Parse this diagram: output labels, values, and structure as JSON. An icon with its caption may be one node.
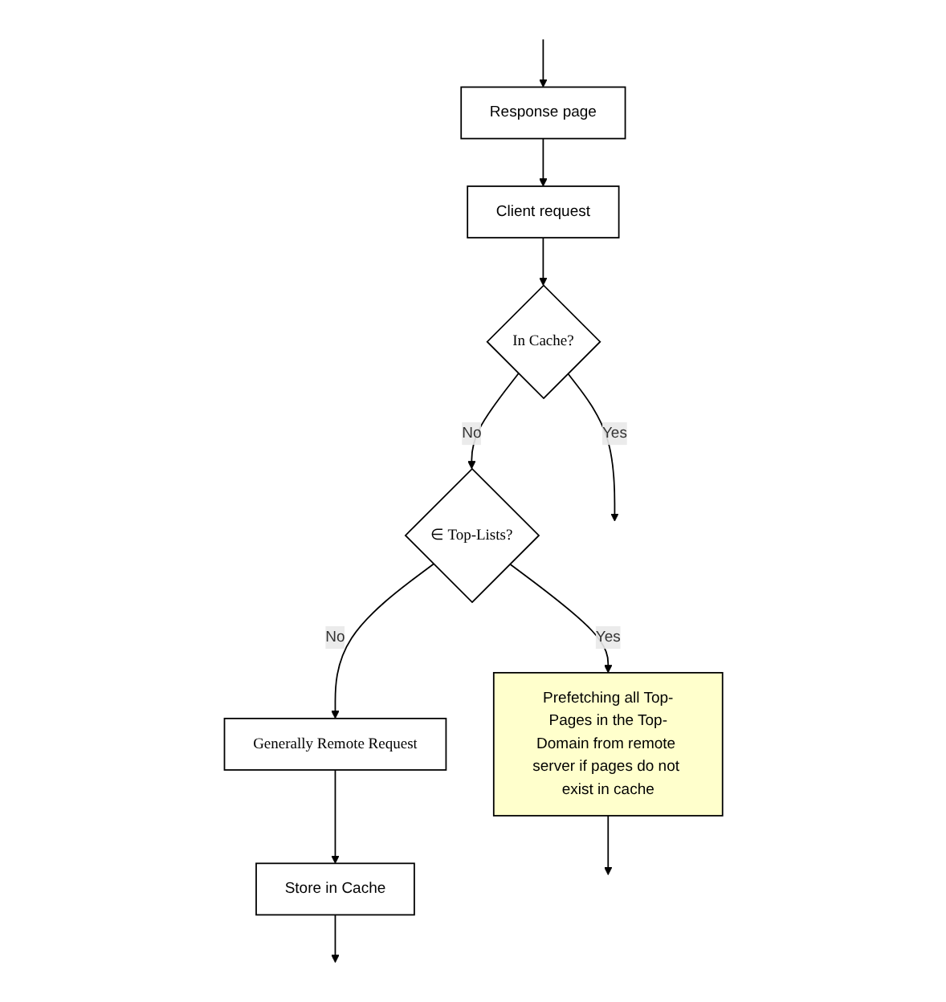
{
  "diagram": {
    "nodes": [
      {
        "text": [
          "Client request"
        ]
      },
      {
        "text": [
          "Response page"
        ]
      },
      {
        "text": [
          "In Cache?"
        ]
      },
      {
        "text": [
          "∈ Top-Lists?"
        ]
      },
      {
        "text": [
          "Prefetching all Top-Pages in the Top-Domain from remote server if pages do not exist in cache"
        ]
      },
      {
        "text": [
          "Generally Remote Request"
        ]
      },
      {
        "text": [
          "Store in Cache"
        ]
      }
    ],
    "edges": [
      {
        "from": null,
        "to": 1,
        "arrow": "to"
      },
      {
        "from": 1,
        "to": 0,
        "arrow": "to"
      },
      {
        "from": 0,
        "to": 2,
        "arrow": "to"
      },
      {
        "from": 2,
        "to": null,
        "arrow": "to",
        "label": "Yes"
      },
      {
        "from": 2,
        "to": 3,
        "arrow": "to",
        "label": "No"
      },
      {
        "from": 3,
        "to": 4,
        "arrow": "to",
        "label": "Yes"
      },
      {
        "from": 4,
        "to": null,
        "arrow": "to"
      },
      {
        "from": 3,
        "to": 5,
        "arrow": "to",
        "label": "No"
      },
      {
        "from": 5,
        "to": 6,
        "arrow": "to"
      },
      {
        "from": 6,
        "to": null,
        "arrow": "to"
      }
    ]
  }
}
